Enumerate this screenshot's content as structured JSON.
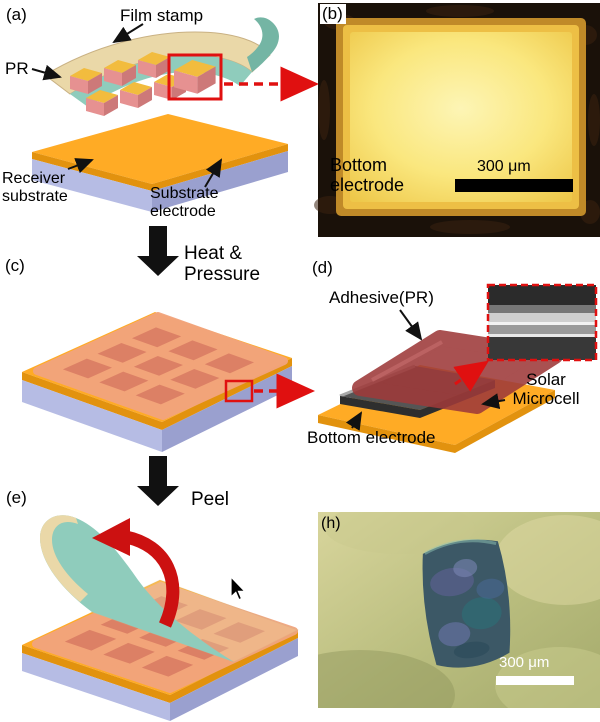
{
  "figure": {
    "panel_a": {
      "label": "(a)",
      "film_stamp": "Film stamp",
      "pr": "PR",
      "receiver_substrate": "Receiver substrate",
      "substrate_electrode": "Substrate electrode"
    },
    "panel_b": {
      "label": "(b)",
      "bottom_electrode": "Bottom electrode",
      "scale_text": "300 μm"
    },
    "step_heat": {
      "label": "Heat & Pressure"
    },
    "panel_c": {
      "label": "(c)"
    },
    "panel_d": {
      "label": "(d)",
      "adhesive": "Adhesive(PR)",
      "solar_microcell": "Solar Microcell",
      "bottom_electrode": "Bottom electrode"
    },
    "step_peel": {
      "label": "Peel"
    },
    "panel_e": {
      "label": "(e)"
    },
    "panel_h": {
      "label": "(h)",
      "scale_text": "300 μm"
    }
  },
  "colors": {
    "stamp-cream": "#ead8a8",
    "stamp-teal": "#8fccbc",
    "stamp-teal-dark": "#74b5a4",
    "pr-pink": "#e69191",
    "pr-pink-dark": "#cd7979",
    "pr-top-gold": "#f2bc3e",
    "electrode-yellow": "#ffab25",
    "electrode-yellow-edge": "#e2920e",
    "substrate-lavender": "#b6bce4",
    "substrate-lavender-dark": "#9aa0cf",
    "film-salmon": "#f2a47e",
    "film-square": "#dc8065",
    "adhesive-maroon": "#9e3a3a",
    "microcell-gray": "#555555",
    "highlight-red": "#e01010",
    "peel-arrow-red": "#cc1111",
    "process-arrow-black": "#111111",
    "b-frame-dark": "#1a1109",
    "b-gold": "#eec84a",
    "b-gold-light": "#fdf5b5",
    "h-olive": "#b9bd7e",
    "h-flake-teal": "#3c5866"
  }
}
